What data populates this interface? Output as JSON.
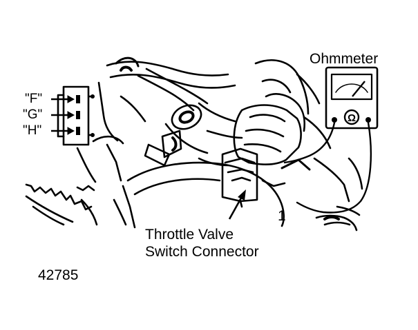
{
  "diagram": {
    "instrument_label": "Ohmmeter",
    "meter_symbol": "Ω",
    "terminal_labels": [
      "\"F\"",
      "\"G\"",
      "\"H\""
    ],
    "callout_number": "1",
    "connector_label_line1": "Throttle Valve",
    "connector_label_line2": "Switch Connector",
    "figure_number": "42785"
  }
}
